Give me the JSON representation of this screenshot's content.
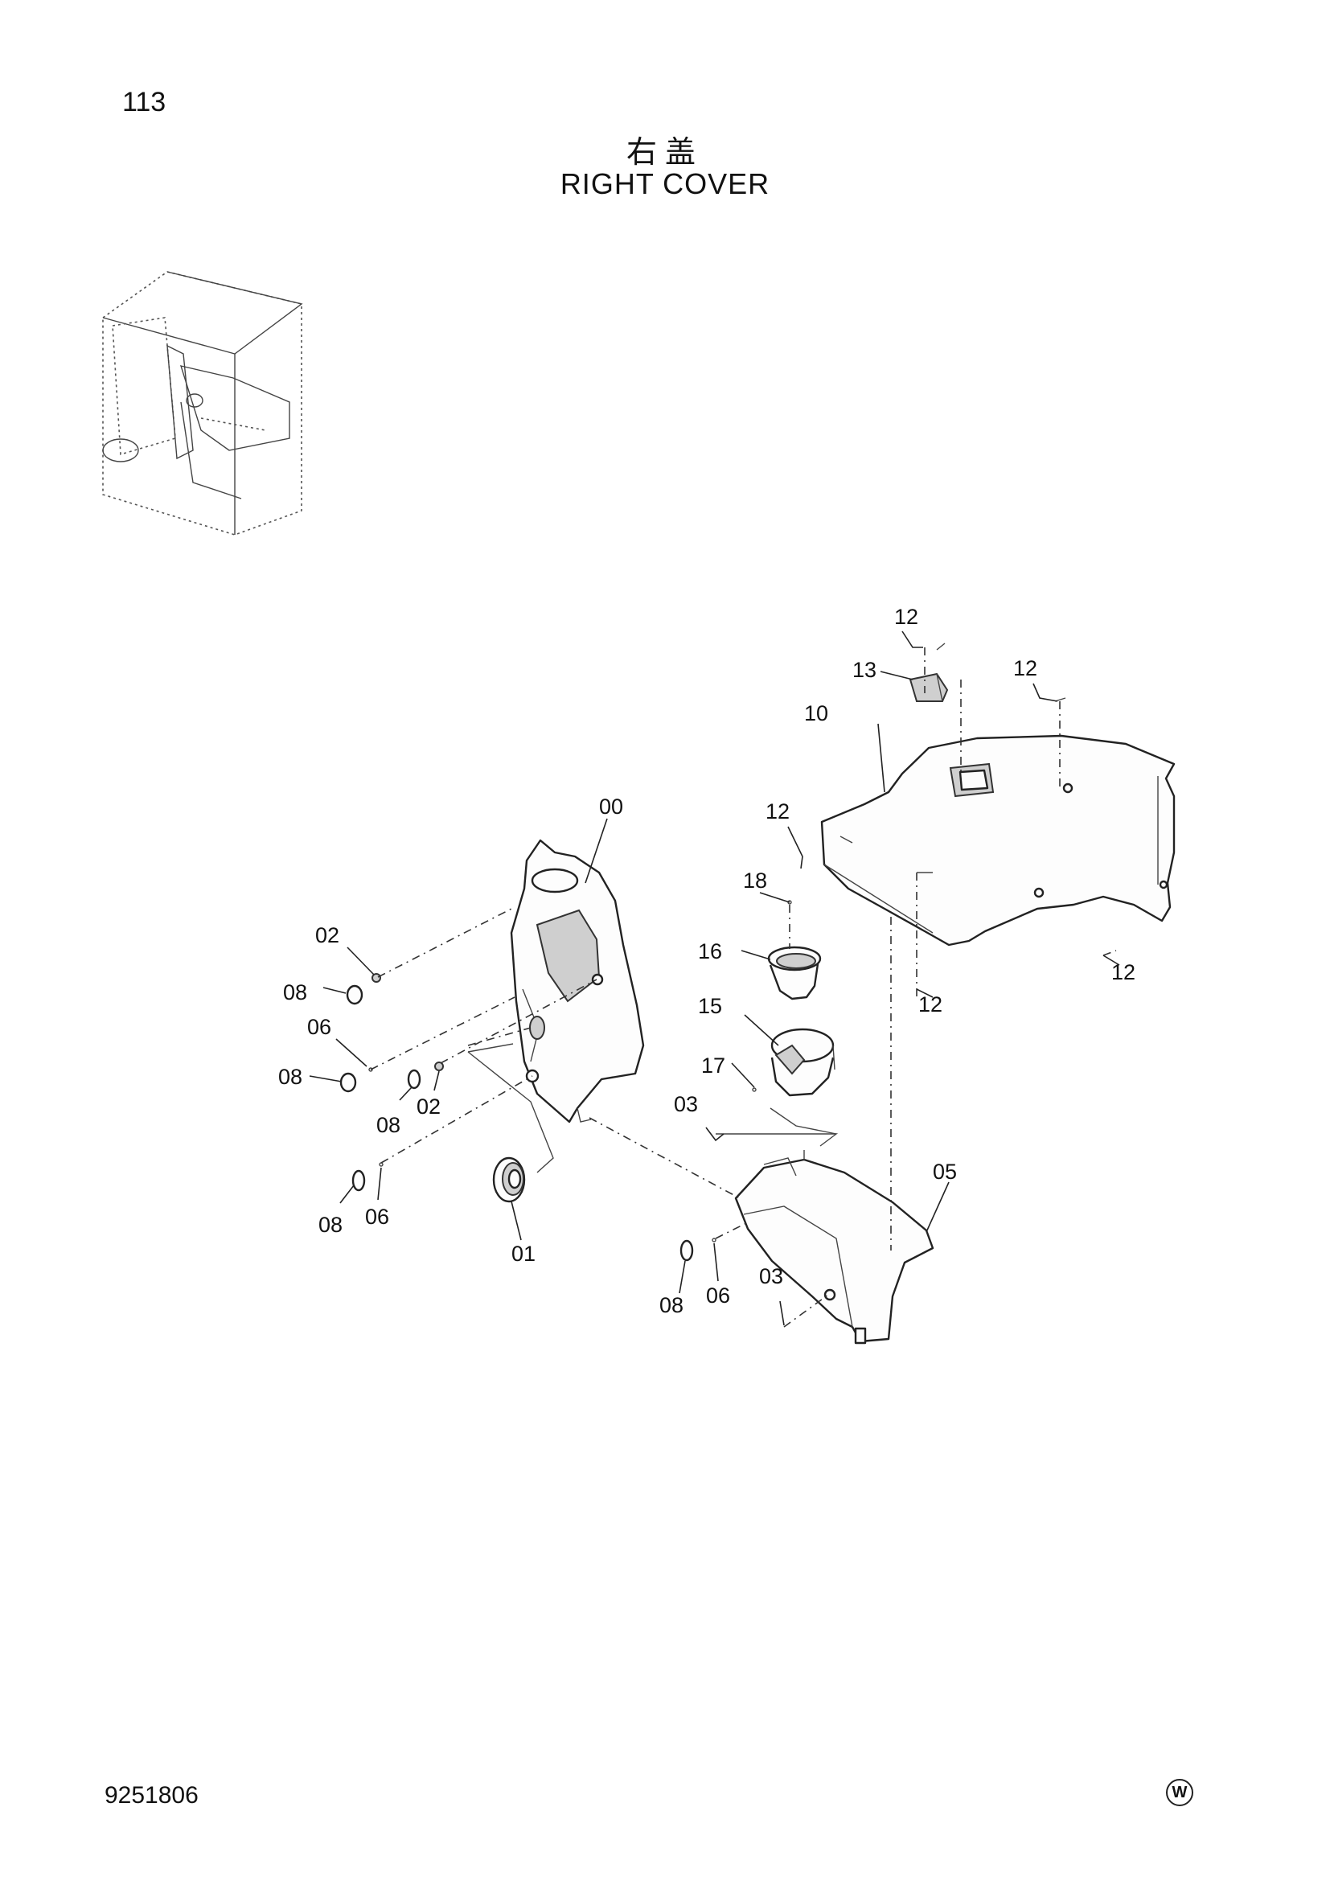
{
  "page": {
    "number": "113",
    "title_cn": "右盖",
    "title_en": "RIGHT COVER",
    "doc_number": "9251806",
    "mark": "W"
  },
  "parts": {
    "p00": "00",
    "p01": "01",
    "p02a": "02",
    "p02b": "02",
    "p03a": "03",
    "p03b": "03",
    "p05": "05",
    "p06a": "06",
    "p06b": "06",
    "p06c": "06",
    "p08a": "08",
    "p08b": "08",
    "p08c": "08",
    "p08d": "08",
    "p08e": "08",
    "p10": "10",
    "p12a": "12",
    "p12b": "12",
    "p12c": "12",
    "p12d": "12",
    "p12e": "12",
    "p13": "13",
    "p15": "15",
    "p16": "16",
    "p17": "17",
    "p18": "18"
  }
}
